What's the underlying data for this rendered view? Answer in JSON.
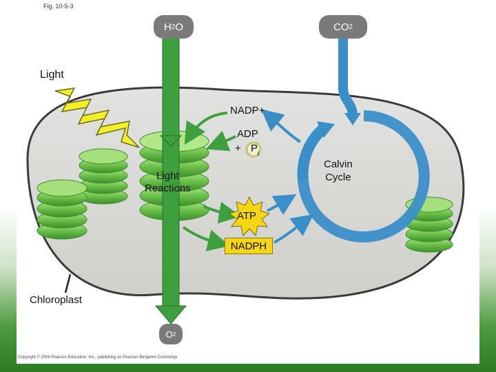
{
  "figure_label": "Fig. 10-5-3",
  "inputs": {
    "water": {
      "main": "H",
      "sub": "2",
      "tail": "O"
    },
    "carbon_dioxide": {
      "main": "CO",
      "sub": "2"
    }
  },
  "labels": {
    "light": "Light",
    "nadp_plus": "NADP+",
    "adp": "ADP",
    "plus": "+",
    "pi_main": "P",
    "pi_sub": "i",
    "light_reactions_line1": "Light",
    "light_reactions_line2": "Reactions",
    "calvin_line1": "Calvin",
    "calvin_line2": "Cycle",
    "atp": "ATP",
    "nadph": "NADPH",
    "chloroplast": "Chloroplast"
  },
  "output": {
    "main": "O",
    "sub": "2"
  },
  "copyright": "Copyright © 2008 Pearson Education, Inc., publishing as Pearson Benjamin Cummings",
  "colors": {
    "stroma": "#d6d6d4",
    "thylakoid": "#7fcf5c",
    "green_arrow": "#3e9f3e",
    "blue_cycle": "#3b8fc9",
    "atp_star": "#f6d614",
    "light_bolt": "#f3ee2a",
    "pill_gray": "#7a7a7a"
  }
}
